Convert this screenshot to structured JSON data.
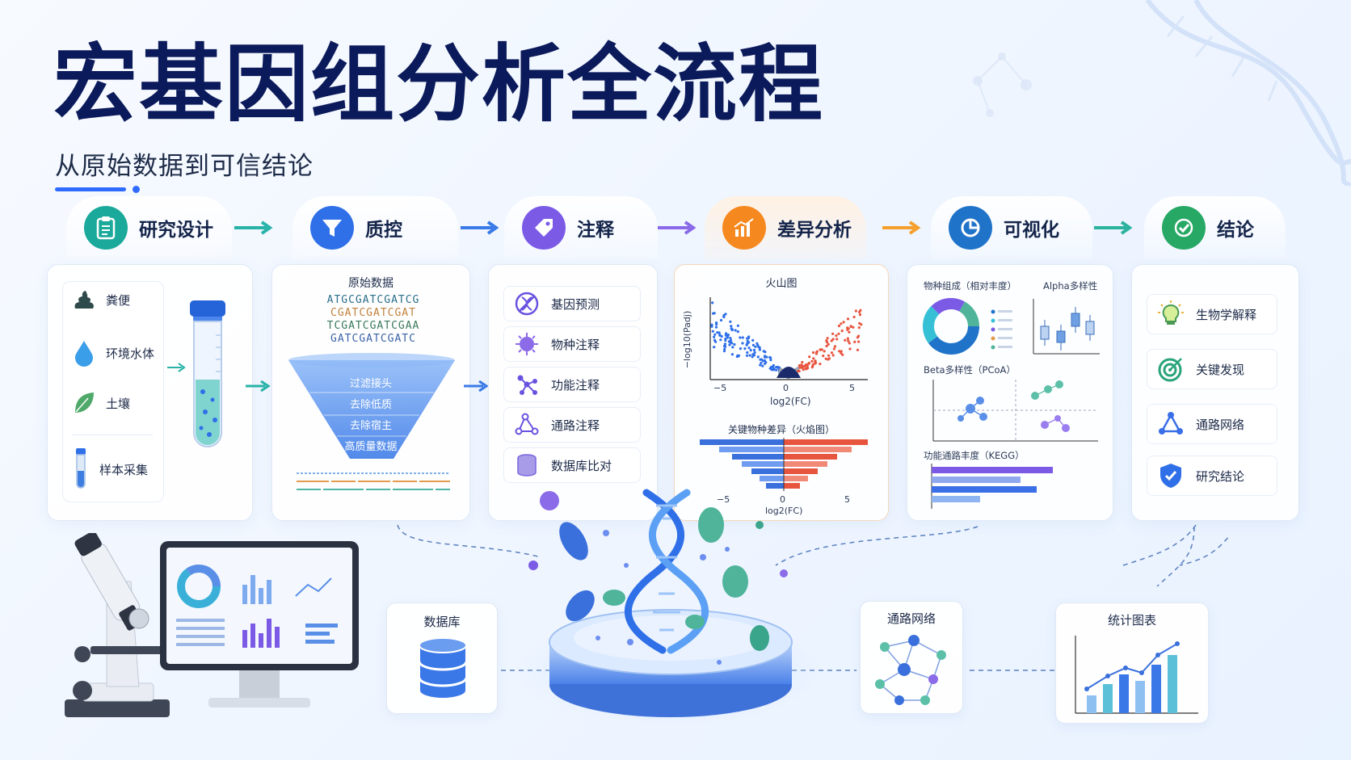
{
  "title": "宏基因组分析全流程",
  "subtitle": "从原始数据到可信结论",
  "steps": [
    {
      "label": "研究设计",
      "icon": "clipboard-icon",
      "color": "#1aa99a"
    },
    {
      "label": "质控",
      "icon": "funnel-icon",
      "color": "#2f6fe8"
    },
    {
      "label": "注释",
      "icon": "tag-icon",
      "color": "#7b5be6"
    },
    {
      "label": "差异分析",
      "icon": "bar-chart-icon",
      "color": "#f5891f"
    },
    {
      "label": "可视化",
      "icon": "pie-chart-icon",
      "color": "#1f73c9"
    },
    {
      "label": "结论",
      "icon": "check-circle-icon",
      "color": "#27a865"
    }
  ],
  "design": {
    "samples": [
      "粪便",
      "环境水体",
      "土壤"
    ],
    "collect": "样本采集"
  },
  "qc": {
    "title": "原始数据",
    "sequences": [
      "ATGCGATCGATCG",
      "CGATCGATCGAT",
      "TCGATCGATCGAA",
      "GATCGATCGATC"
    ],
    "funnel": [
      "过滤接头",
      "去除低质",
      "去除宿主",
      "高质量数据"
    ]
  },
  "annotation": {
    "items": [
      "基因预测",
      "物种注释",
      "功能注释",
      "通路注释",
      "数据库比对"
    ]
  },
  "diff": {
    "volcano_title": "火山图",
    "volcano_ylabel": "−log10(Padj)",
    "volcano_xlabel": "log2(FC)",
    "volcano_ticks": [
      "−5",
      "0",
      "5"
    ],
    "flame_title": "关键物种差异（火焰图）",
    "flame_xlabel": "log2(FC)",
    "flame_ticks": [
      "−5",
      "0",
      "5"
    ]
  },
  "viz": {
    "composition_title": "物种组成（相对丰度）",
    "alpha_title": "Alpha多样性",
    "beta_title": "Beta多样性（PCoA）",
    "kegg_title": "功能通路丰度（KEGG）"
  },
  "conclusion": {
    "items": [
      "生物学解释",
      "关键发现",
      "通路网络",
      "研究结论"
    ]
  },
  "bottom": {
    "database": "数据库",
    "network": "通路网络",
    "stats": "统计图表"
  },
  "colors": {
    "title": "#0b1a5a",
    "accent": "#2f6bff",
    "up": "#e8553f",
    "down": "#2f6fe8"
  }
}
